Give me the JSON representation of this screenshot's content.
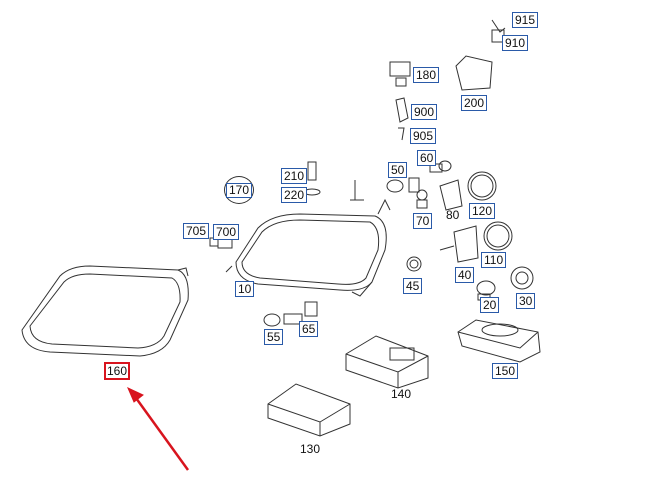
{
  "parts": {
    "p915": "915",
    "p910": "910",
    "p180": "180",
    "p200": "200",
    "p900": "900",
    "p905": "905",
    "p210": "210",
    "p220": "220",
    "p170": "170",
    "p50": "50",
    "p60": "60",
    "p120": "120",
    "p80": "80",
    "p70": "70",
    "p705": "705",
    "p700": "700",
    "p110": "110",
    "p40": "40",
    "p45": "45",
    "p10": "10",
    "p30": "30",
    "p20": "20",
    "p55": "55",
    "p65": "65",
    "p160": "160",
    "p150": "150",
    "p140": "140",
    "p130": "130"
  },
  "highlight": {
    "part": "160",
    "color": "#d8141e"
  }
}
